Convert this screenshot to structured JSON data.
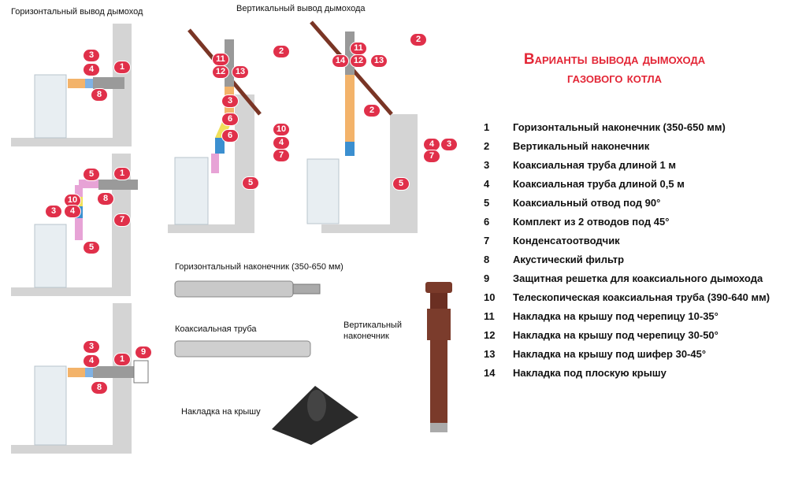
{
  "captions": {
    "horizontal": "Горизонтальный вывод дымоход",
    "vertical": "Вертикальный вывод дымохода"
  },
  "title": {
    "line1": "Варианты вывода дымохода",
    "line2": "газового котла"
  },
  "legend": [
    {
      "num": "1",
      "text": "Горизонтальный наконечник (350-650 мм)"
    },
    {
      "num": "2",
      "text": "Вертикальный наконечник"
    },
    {
      "num": "3",
      "text": "Коаксиальная труба длиной 1 м"
    },
    {
      "num": "4",
      "text": "Коаксиальная труба длиной 0,5 м"
    },
    {
      "num": "5",
      "text": "Коаксиальный отвод под 90°"
    },
    {
      "num": "6",
      "text": "Комплект из 2 отводов под 45°"
    },
    {
      "num": "7",
      "text": "Конденсатоотводчик"
    },
    {
      "num": "8",
      "text": "Акустический фильтр"
    },
    {
      "num": "9",
      "text": "Защитная решетка для коаксиального дымохода"
    },
    {
      "num": "10",
      "text": "Телескопическая коаксиальная труба (390-640 мм)"
    },
    {
      "num": "11",
      "text": "Накладка на крышу под черепицу 10-35°"
    },
    {
      "num": "12",
      "text": "Накладка на крышу под черепицу 30-50°"
    },
    {
      "num": "13",
      "text": "Накладка на крышу под шифер 30-45°"
    },
    {
      "num": "14",
      "text": "Накладка под плоскую крышу"
    }
  ],
  "callouts": {
    "h1": [
      "3",
      "4",
      "1",
      "8"
    ],
    "h2": [
      "5",
      "1",
      "10",
      "8",
      "3",
      "4",
      "7",
      "5"
    ],
    "h3": [
      "3",
      "4",
      "1",
      "8",
      "9"
    ],
    "v1": [
      "2",
      "11",
      "12",
      "13",
      "3",
      "6",
      "10",
      "6",
      "4",
      "7",
      "5"
    ],
    "v2": [
      "2",
      "11",
      "14",
      "12",
      "13",
      "2",
      "4",
      "3",
      "7",
      "5"
    ]
  },
  "products": {
    "horizontal_tip": "Горизонтальный наконечник (350-650 мм)",
    "coaxial_pipe": "Коаксиальная труба",
    "vertical_tip": "Вертикальный наконечник",
    "roof_flashing": "Накладка на крышу"
  },
  "colors": {
    "accent": "#e32636",
    "badge": "#e0304a",
    "wall": "#d4d4d4"
  }
}
